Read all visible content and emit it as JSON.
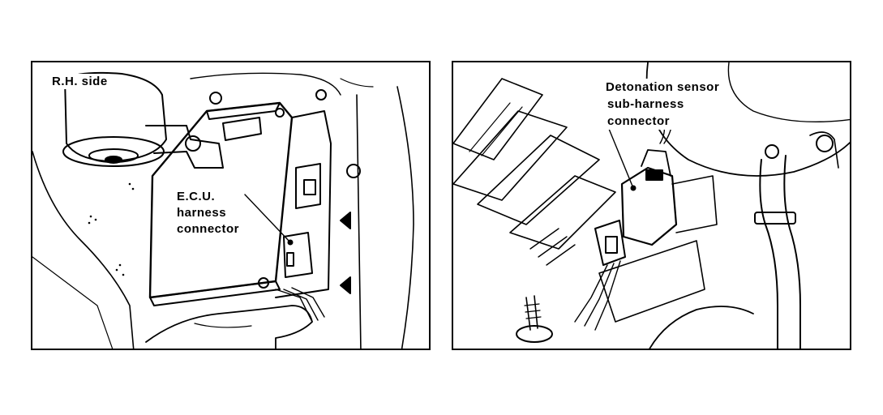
{
  "figure": {
    "left_panel": {
      "side_label": "R.H. side",
      "callout_lines": [
        "E.C.U.",
        "harness",
        "connector"
      ]
    },
    "right_panel": {
      "callout_lines": [
        "Detonation sensor",
        "sub-harness",
        "connector"
      ]
    }
  }
}
